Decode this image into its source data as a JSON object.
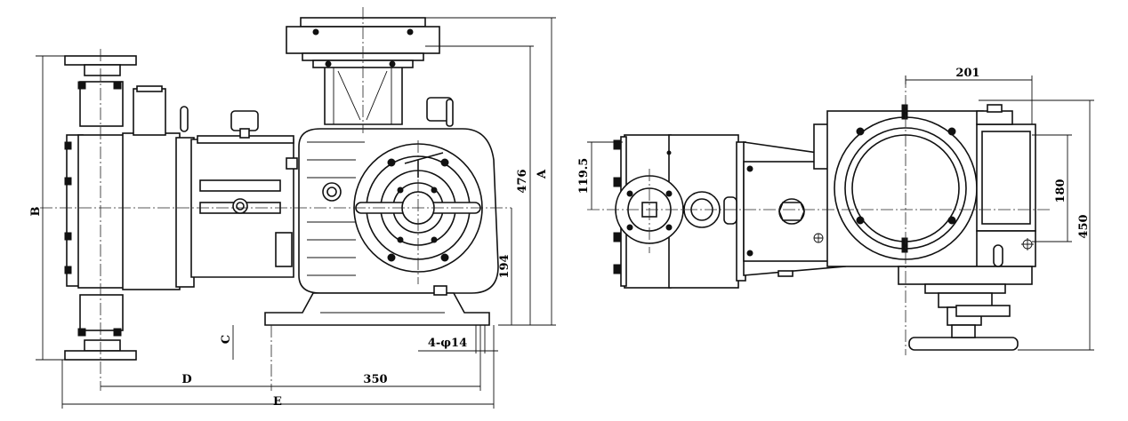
{
  "drawing": {
    "front_view": {
      "dim_A": "A",
      "dim_B": "B",
      "dim_C": "C",
      "dim_D": "D",
      "dim_E": "E",
      "dim_350": "350",
      "dim_476": "476",
      "dim_194": "194",
      "dim_holes": "4-φ14"
    },
    "side_view": {
      "dim_201": "201",
      "dim_119_5": "119.5",
      "dim_180": "180",
      "dim_450": "450"
    }
  }
}
